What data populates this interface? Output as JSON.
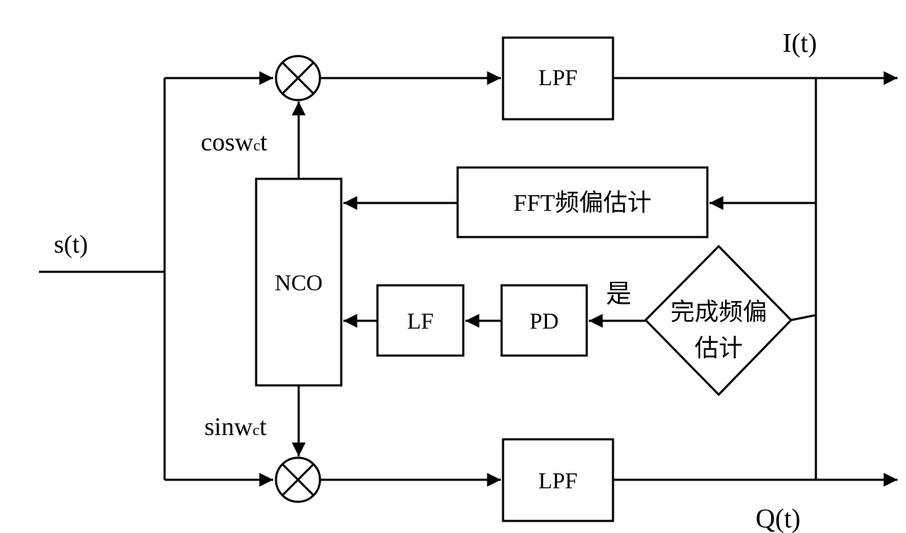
{
  "labels": {
    "input": "s(t)",
    "cos_osc": "cosw",
    "cos_sub": "c",
    "cos_t": "t",
    "sin_osc": "sinw",
    "sin_sub": "c",
    "sin_t": "t",
    "out_i": "I(t)",
    "out_q": "Q(t)",
    "yes": "是"
  },
  "blocks": {
    "lpf_top": "LPF",
    "lpf_bottom": "LPF",
    "fft": "FFT频偏估计",
    "nco": "NCO",
    "lf": "LF",
    "pd": "PD"
  },
  "decision": {
    "line1": "完成频偏",
    "line2": "估计"
  },
  "colors": {
    "stroke": "#000000",
    "background": "#ffffff"
  }
}
